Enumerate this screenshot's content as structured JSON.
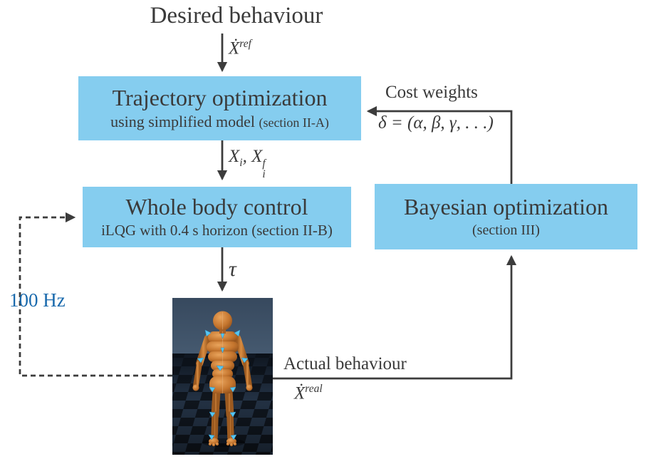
{
  "colors": {
    "box_fill": "#85cdef",
    "ink": "#3a3a3a",
    "arrow": "#3c3c3c",
    "rate_blue": "#1a6aad",
    "robot_body_orange": "#c4752e",
    "robot_joint_cyan": "#55c6f2",
    "robot_background_navy": "#3c5066",
    "robot_floor_dark": "#10161e"
  },
  "diagram": {
    "title": "Desired behaviour",
    "nodes": {
      "trajectory": {
        "title": "Trajectory optimization",
        "subtitle": "using simplified model ",
        "note": "(section II-A)"
      },
      "whole_body": {
        "title": "Whole body control",
        "subtitle": "iLQG with 0.4 s horizon ",
        "note": "(section II-B)"
      },
      "bayesian": {
        "title": "Bayesian optimization",
        "note": "(section III)"
      }
    },
    "edges": {
      "reference": {
        "base": "Ẋ",
        "sup": "ref"
      },
      "trajectory_output": {
        "x1": "X",
        "x1_sub": "i",
        "sep": ", ",
        "x2": "X",
        "x2_sup": "f",
        "x2_sub": "i"
      },
      "torque": "τ",
      "cost_weights": {
        "label": "Cost weights",
        "formula": "δ = (α, β, γ, . . .)"
      },
      "actual": {
        "label": "Actual behaviour",
        "base": "Ẋ",
        "sup": "real"
      },
      "feedback_rate": "100 Hz"
    }
  }
}
